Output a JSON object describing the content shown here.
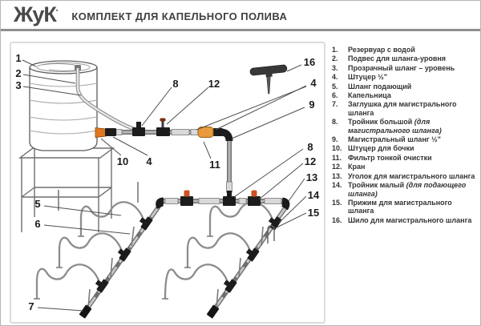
{
  "header": {
    "logo": "ЖуК",
    "logo_mark": "▪",
    "title": "КОМПЛЕКТ ДЛЯ КАПЕЛЬНОГО ПОЛИВА"
  },
  "legend": {
    "items": [
      {
        "n": "1.",
        "t": "Резервуар с водой",
        "i": ""
      },
      {
        "n": "2.",
        "t": "Подвес для шланга-уровня",
        "i": ""
      },
      {
        "n": "3.",
        "t": "Прозрачный шланг – уровень",
        "i": ""
      },
      {
        "n": "4.",
        "t": "Штуцер ½\"",
        "i": ""
      },
      {
        "n": "5.",
        "t": "Шланг подающий",
        "i": ""
      },
      {
        "n": "6.",
        "t": "Капельница",
        "i": ""
      },
      {
        "n": "7.",
        "t": "Заглушка для магистрального шланга",
        "i": ""
      },
      {
        "n": "8.",
        "t": "Тройник большой ",
        "i": "(для магистрального шланга)"
      },
      {
        "n": "9.",
        "t": "Магистральный шланг ½\"",
        "i": ""
      },
      {
        "n": "10.",
        "t": "Штуцер для бочки",
        "i": ""
      },
      {
        "n": "11.",
        "t": "Фильтр тонкой очистки",
        "i": ""
      },
      {
        "n": "12.",
        "t": "Кран",
        "i": ""
      },
      {
        "n": "13.",
        "t": "Уголок для магистрального шланга",
        "i": ""
      },
      {
        "n": "14.",
        "t": "Тройник малый ",
        "i": "(для подающего шланга)"
      },
      {
        "n": "15.",
        "t": "Прижим для магистрального шланга",
        "i": ""
      },
      {
        "n": "16.",
        "t": "Шило для магистрального шланга",
        "i": ""
      }
    ]
  },
  "diagram": {
    "labels": [
      "1",
      "2",
      "3",
      "8",
      "12",
      "16",
      "4",
      "9",
      "10",
      "4",
      "11",
      "8",
      "12",
      "13",
      "14",
      "15",
      "5",
      "6",
      "7"
    ],
    "colors": {
      "outlet_orange": "#e0781f",
      "filter_orange": "#e89a3c",
      "kran_orange": "#cc5022"
    }
  }
}
